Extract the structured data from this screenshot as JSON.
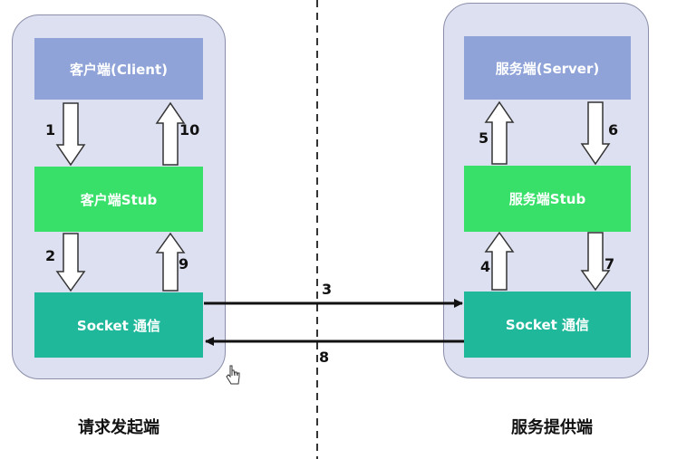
{
  "client": {
    "top_label": "客户端(Client)",
    "stub_label": "客户端Stub",
    "socket_label": "Socket 通信",
    "side_label": "请求发起端"
  },
  "server": {
    "top_label": "服务端(Server)",
    "stub_label": "服务端Stub",
    "socket_label": "Socket 通信",
    "side_label": "服务提供端"
  },
  "steps": {
    "s1": "1",
    "s2": "2",
    "s3": "3",
    "s4": "4",
    "s5": "5",
    "s6": "6",
    "s7": "7",
    "s8": "8",
    "s9": "9",
    "s10": "10"
  },
  "colors": {
    "panel": "#dde0f0",
    "top_box": "#8fa3d8",
    "stub_box": "#38e06a",
    "socket_box": "#1fb89b",
    "arrow": "#111111"
  }
}
